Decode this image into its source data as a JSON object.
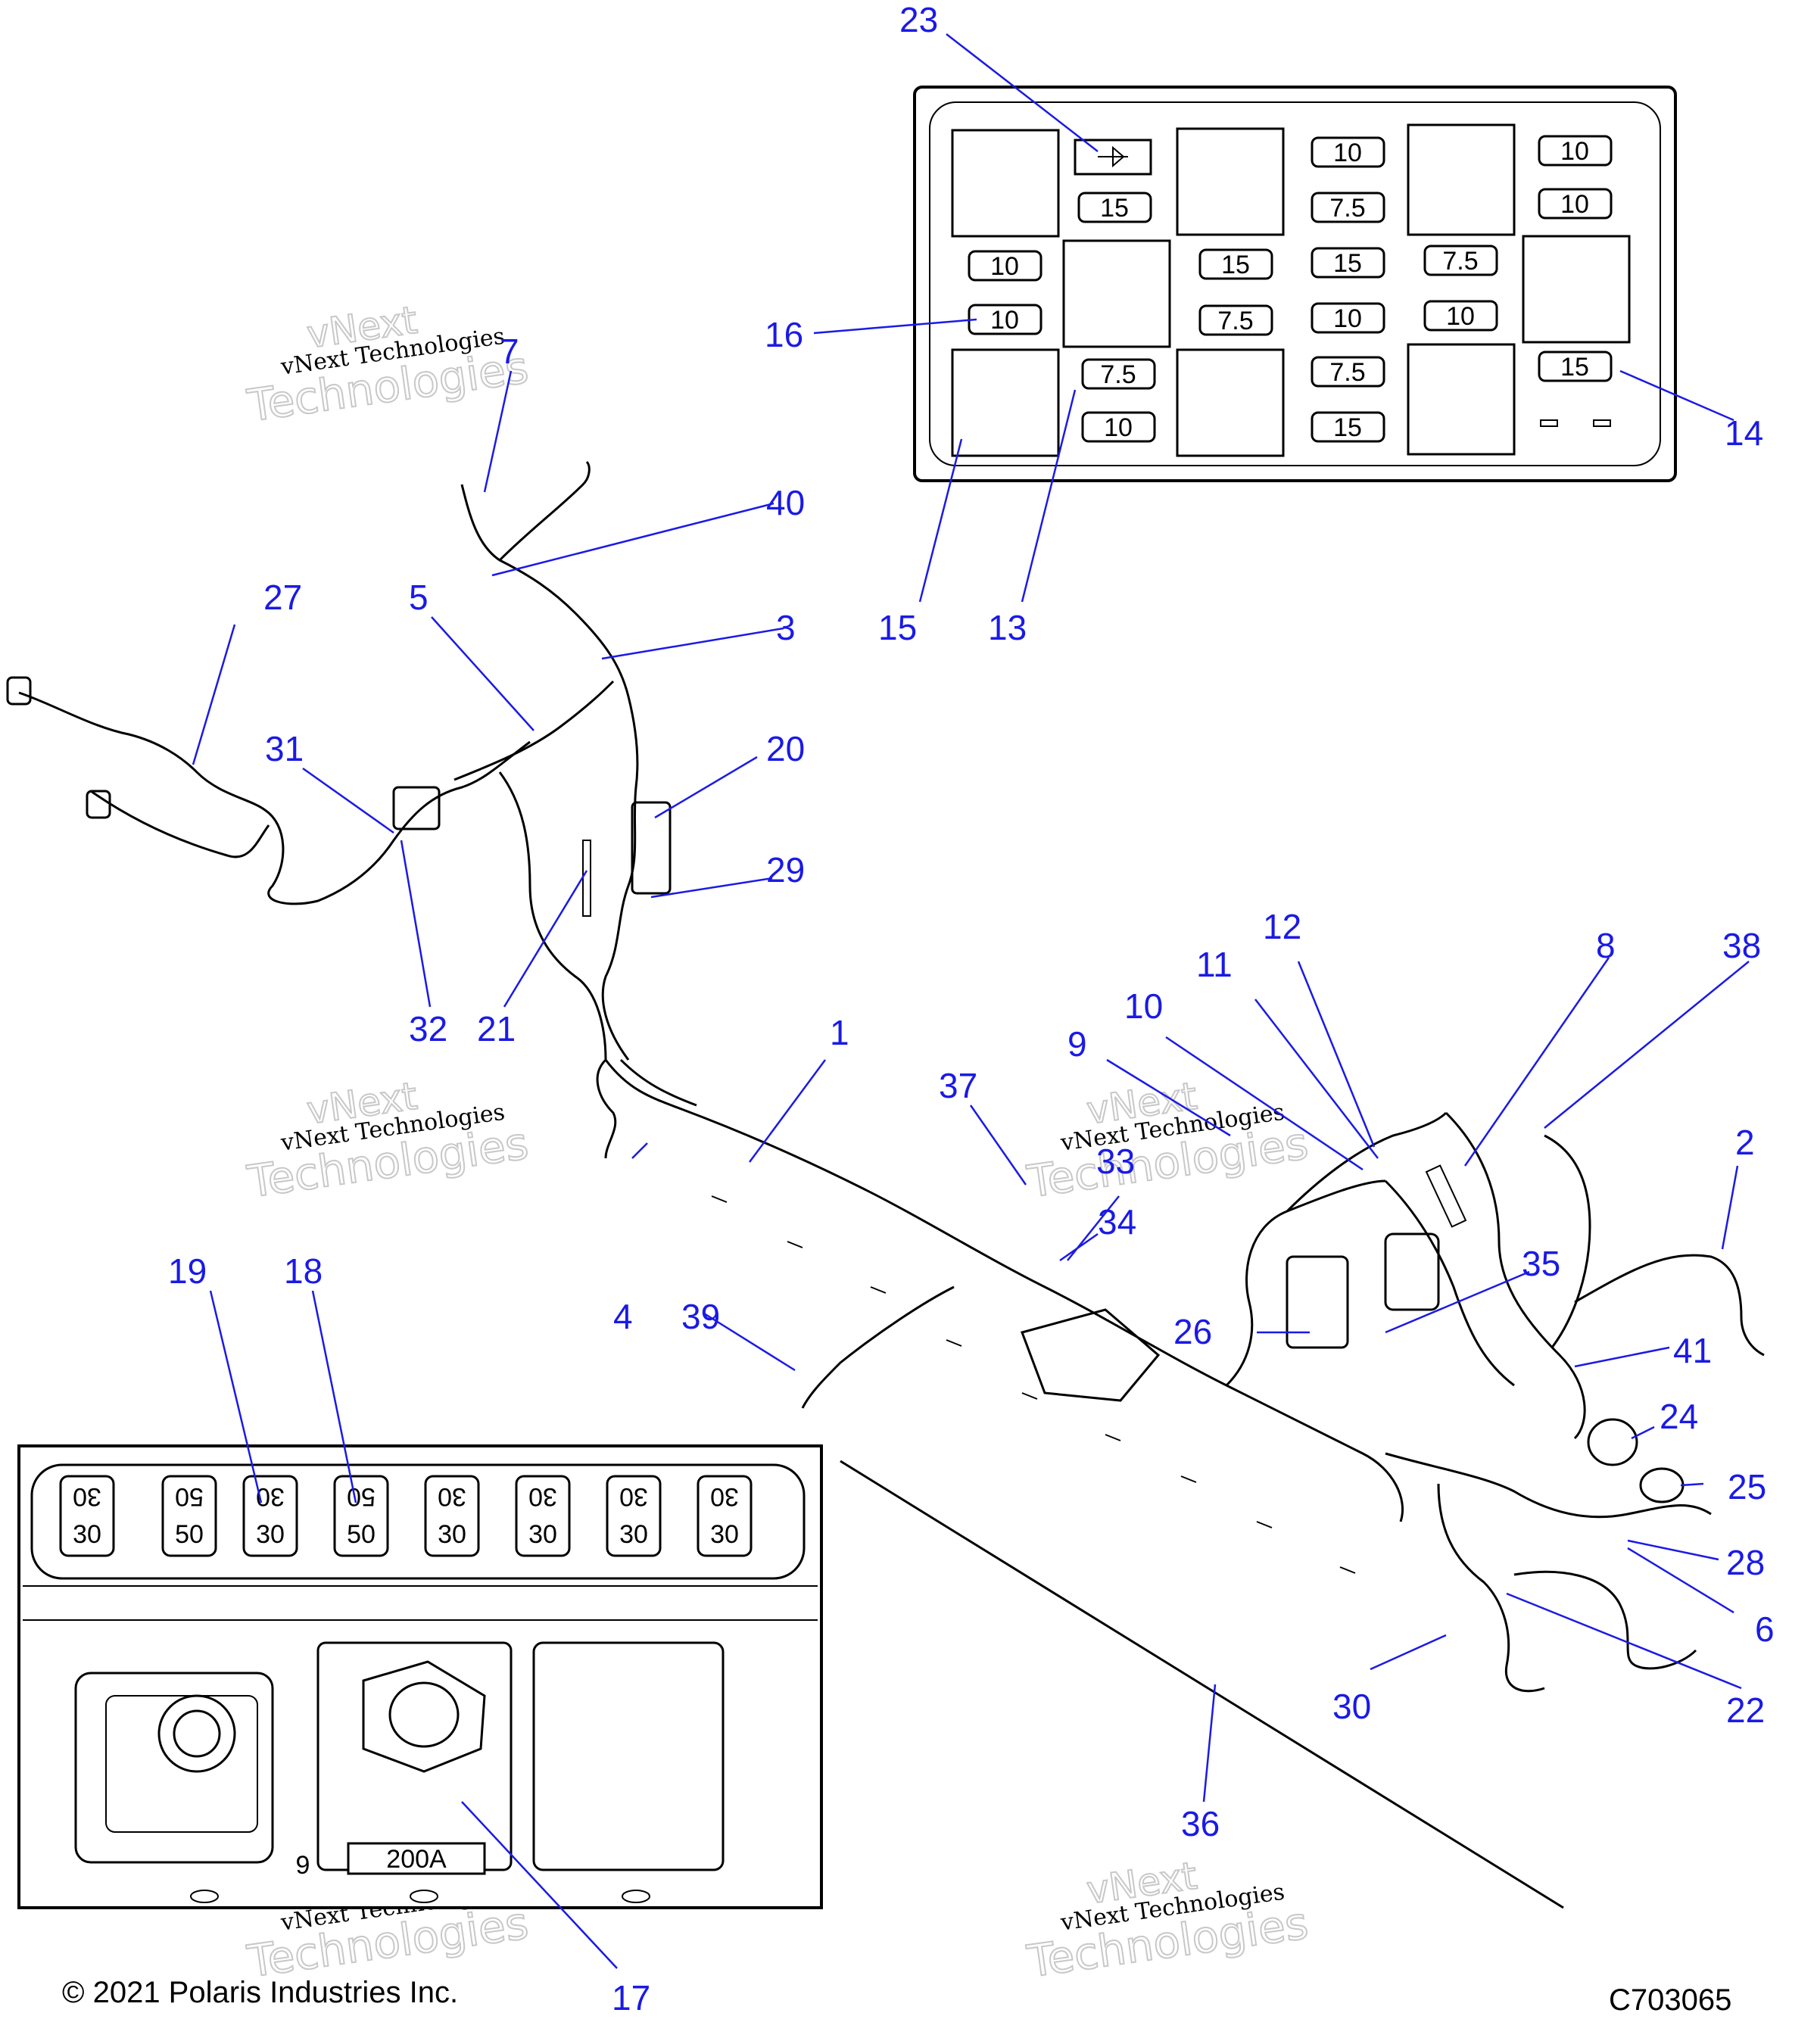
{
  "diagram": {
    "copyright": "© 2021 Polaris Industries Inc.",
    "drawing_id": "C703065",
    "watermark_line1": "vNext Technologies",
    "watermark_ghost_top": "vNext",
    "watermark_ghost_bottom": "Technologies"
  },
  "callouts": {
    "c1": "1",
    "c2": "2",
    "c3": "3",
    "c4": "4",
    "c5": "5",
    "c6": "6",
    "c7": "7",
    "c8": "8",
    "c9": "9",
    "c10": "10",
    "c11": "11",
    "c12": "12",
    "c13": "13",
    "c14": "14",
    "c15": "15",
    "c16": "16",
    "c17": "17",
    "c18": "18",
    "c19": "19",
    "c20": "20",
    "c21": "21",
    "c22": "22",
    "c23": "23",
    "c24": "24",
    "c25": "25",
    "c26": "26",
    "c27": "27",
    "c28": "28",
    "c29": "29",
    "c30": "30",
    "c31": "31",
    "c32": "32",
    "c33": "33",
    "c34": "34",
    "c35": "35",
    "c36": "36",
    "c37": "37",
    "c38": "38",
    "c39": "39",
    "c40": "40",
    "c41": "41"
  },
  "fuse_box": {
    "col_a": [
      "15"
    ],
    "col_b": [
      "10",
      "10"
    ],
    "col_c": [
      "7.5",
      "10"
    ],
    "col_d": [
      "15",
      "7.5"
    ],
    "col_e": [
      "10",
      "7.5",
      "15",
      "10",
      "7.5",
      "15"
    ],
    "col_f": [
      "7.5",
      "10"
    ],
    "col_g": [
      "10",
      "10",
      "15"
    ]
  },
  "maxi_fuses": {
    "top": [
      "30",
      "50",
      "30",
      "50",
      "30",
      "30",
      "30",
      "30"
    ],
    "bottom": [
      "30",
      "50",
      "30",
      "50",
      "30",
      "30",
      "30",
      "30"
    ],
    "main_fuse": "200A",
    "side_mark": "9"
  }
}
